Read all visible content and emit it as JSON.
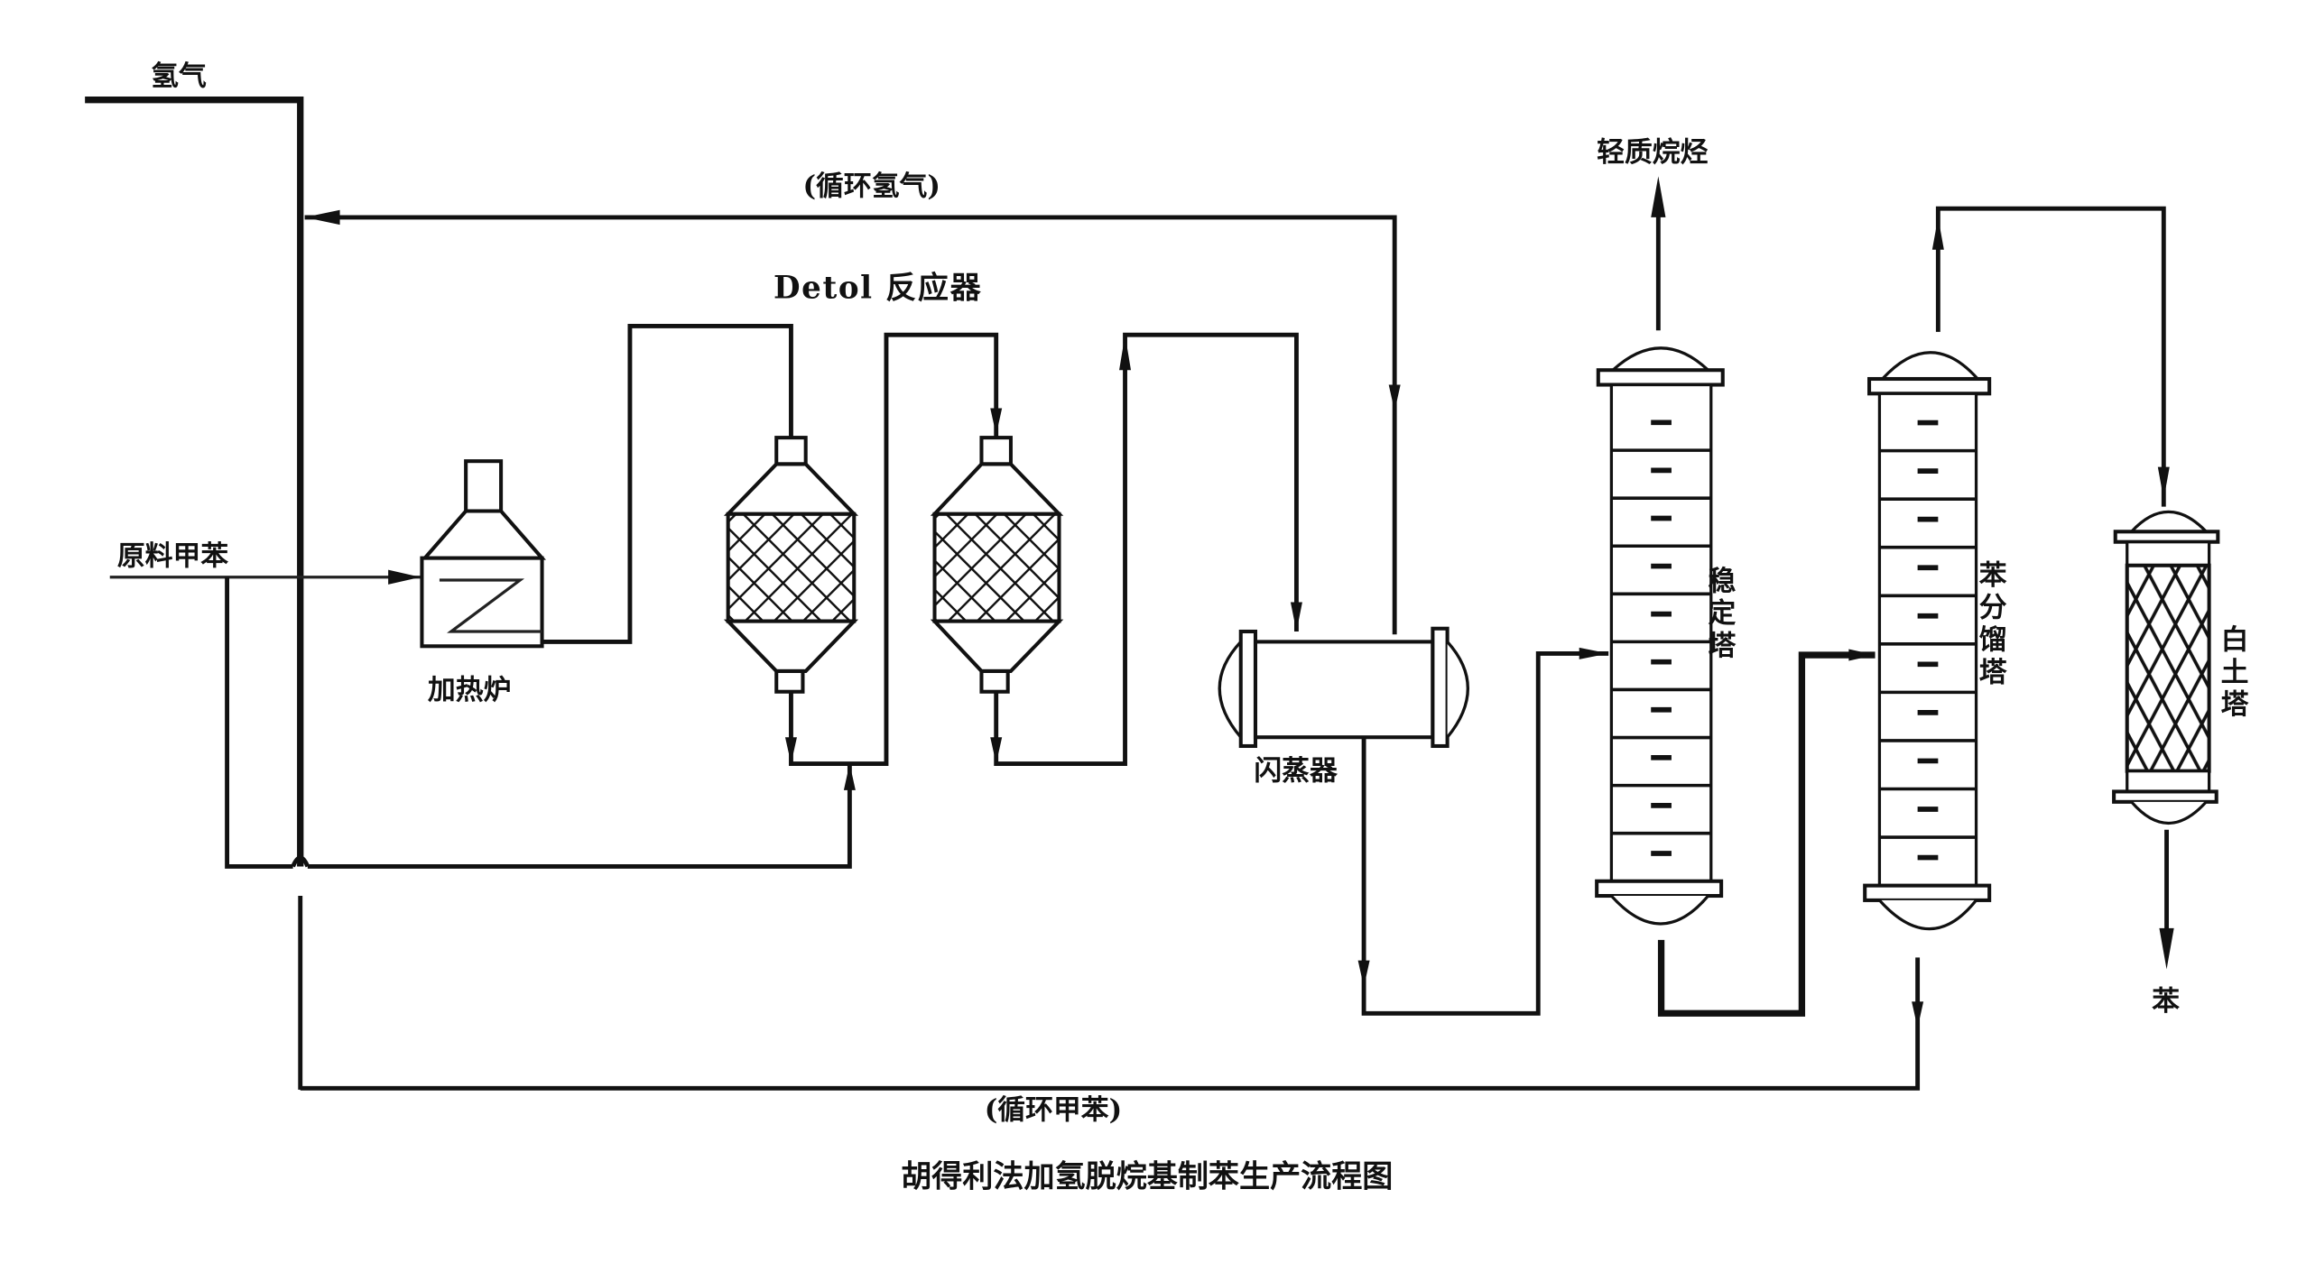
{
  "diagram": {
    "title": "胡得利法加氢脱烷基制苯生产流程图",
    "reactor_group_label": "Detol 反应器",
    "streams": {
      "hydrogen_feed": "氢气",
      "toluene_feed": "原料甲苯",
      "recycle_hydrogen": "(循环氢气)",
      "recycle_toluene": "(循环甲苯)",
      "light_paraffins": "轻质烷烃",
      "benzene_product": "苯"
    },
    "equipment": {
      "furnace": "加热炉",
      "reactor_1": "",
      "reactor_2": "",
      "flash_drum": "闪蒸器",
      "stabilizer": [
        "稳",
        "定",
        "塔"
      ],
      "benzene_column": [
        "苯",
        "分",
        "馏",
        "塔"
      ],
      "clay_tower": [
        "白",
        "土",
        "塔"
      ]
    },
    "stabilizer_trays": 10,
    "benzene_column_trays": 10
  }
}
